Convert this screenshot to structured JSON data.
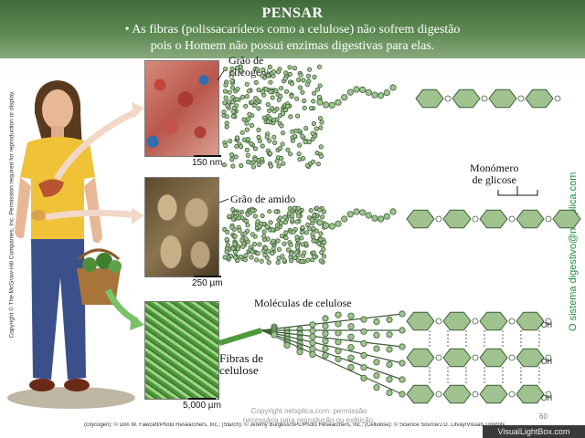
{
  "header": {
    "title": "PENSAR",
    "bullet_line1": "• As fibras (polissacarídeos como a celulose) não sofrem digestão",
    "bullet_line2": "pois o Homem não possui enzimas digestivas para elas."
  },
  "side_credit": "Copyright © The McGraw-Hill Companies, Inc. Permission required for reproduction or display.",
  "site_vertical": "O sistema digestivo@netxplica.com",
  "panels": {
    "glycogen": {
      "label_line1": "Grão de",
      "label_line2": "glicogénio",
      "scale": "150 nm"
    },
    "starch": {
      "label": "Grão de amido",
      "scale": "250 µm"
    },
    "cellulose": {
      "label_line1": "Fibras de",
      "label_line2": "celulose",
      "scale": "5,000 µm",
      "molecules_label": "Moléculas de celulose"
    }
  },
  "monomer_label_line1": "Monómero",
  "monomer_label_line2": "de glicose",
  "oh_label": "OH",
  "footer_credit": "(Glycogen): © Don W. Fawcett/Photo Researchers, Inc.; (Starch): © Jeremy Burgess/SPL/Photo Researchers, Inc.; (Cellulose): © Science Source/J.D. Litvay/Visuals Unlimited",
  "watermark_line1": "Copyright netxplica.com: permissão",
  "watermark_line2": "necessária para reprodução ou exibição.",
  "page_number": "60",
  "vlb_text": "VisualLightBox.com",
  "colors": {
    "header_green": "#4f7c47",
    "ring_fill": "#9fc28f",
    "ring_stroke": "#3e5f37",
    "oxygen_blue": "#2a6db3",
    "site_green": "#1e8c3a"
  }
}
